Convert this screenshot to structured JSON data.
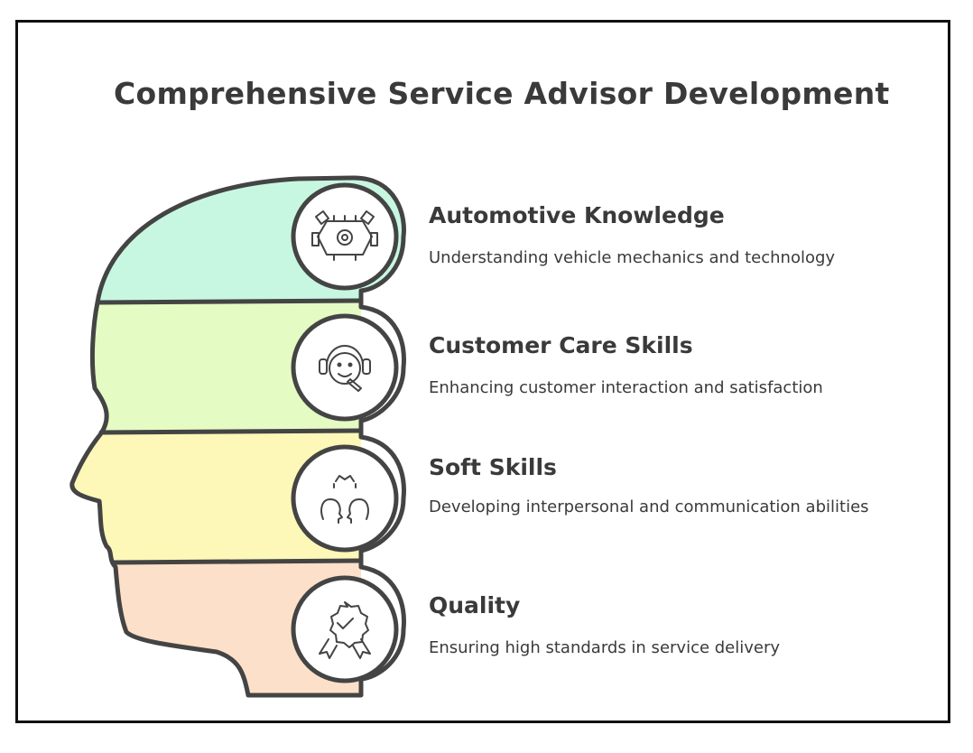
{
  "title": "Comprehensive Service Advisor Development",
  "colors": {
    "band1": "#c8f7e1",
    "band2": "#e4fbc3",
    "band3": "#fdf7b8",
    "band4": "#fde0c9",
    "outline": "#444444"
  },
  "items": [
    {
      "heading": "Automotive Knowledge",
      "description": "Understanding vehicle mechanics and technology",
      "icon": "engine-gear-icon"
    },
    {
      "heading": "Customer Care Skills",
      "description": "Enhancing customer interaction and satisfaction",
      "icon": "headset-agent-icon"
    },
    {
      "heading": "Soft Skills",
      "description": "Developing interpersonal and communication abilities",
      "icon": "people-communication-icon"
    },
    {
      "heading": "Quality",
      "description": "Ensuring high standards in service delivery",
      "icon": "quality-badge-icon"
    }
  ]
}
